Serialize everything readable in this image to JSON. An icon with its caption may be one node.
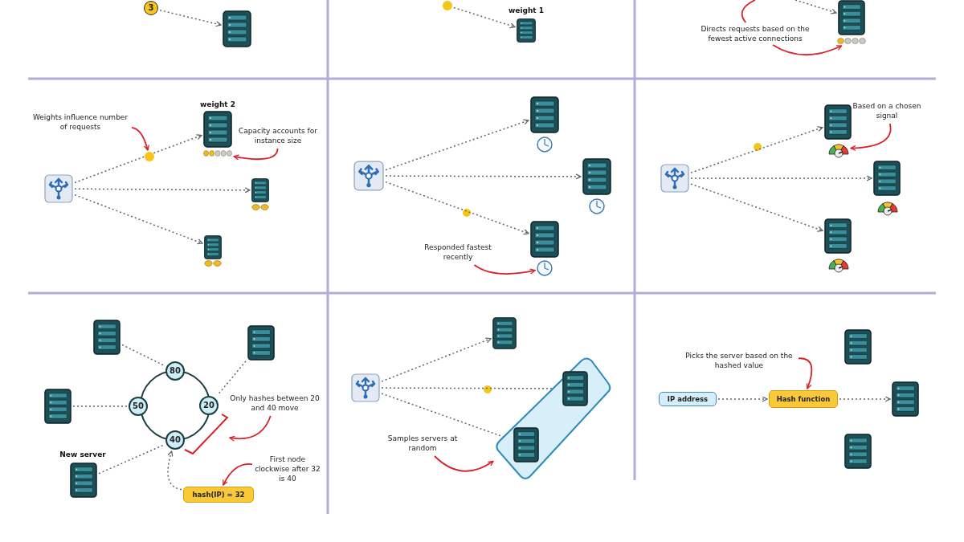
{
  "diagram": {
    "nodes": [
      {
        "text": [
          "3"
        ]
      },
      {
        "text": [],
        "shape": "server"
      },
      {
        "text": [],
        "shape": "circle"
      },
      {
        "text": [],
        "shape": "server",
        "beside": [
          "weight 1"
        ]
      },
      {
        "text": [],
        "shape": "server"
      },
      {
        "text": [
          "Directs requests based on the fewest active connections"
        ]
      },
      {
        "text": [],
        "shape": "dots"
      },
      {
        "text": [],
        "shape": "router"
      },
      {
        "text": [],
        "shape": "circle"
      },
      {
        "text": [],
        "shape": "server",
        "beside": [
          "weight 2"
        ]
      },
      {
        "text": [],
        "shape": "dots"
      },
      {
        "text": [],
        "shape": "server"
      },
      {
        "text": [],
        "shape": "dots"
      },
      {
        "text": [],
        "shape": "server"
      },
      {
        "text": [],
        "shape": "dots"
      },
      {
        "text": [
          "Weights influence number of requests"
        ]
      },
      {
        "text": [
          "Capacity accounts for instance size"
        ]
      },
      {
        "text": [],
        "shape": "router"
      },
      {
        "text": [],
        "shape": "server"
      },
      {
        "text": [],
        "shape": "clock"
      },
      {
        "text": [],
        "shape": "server"
      },
      {
        "text": [],
        "shape": "clock"
      },
      {
        "text": [],
        "shape": "server"
      },
      {
        "text": [],
        "shape": "clock"
      },
      {
        "text": [
          "Responded fastest recently"
        ]
      },
      {
        "text": [],
        "shape": "router"
      },
      {
        "text": [],
        "shape": "server"
      },
      {
        "text": [],
        "shape": "gauge"
      },
      {
        "text": [],
        "shape": "server"
      },
      {
        "text": [],
        "shape": "gauge"
      },
      {
        "text": [],
        "shape": "server"
      },
      {
        "text": [],
        "shape": "gauge"
      },
      {
        "text": [
          "Based on a chosen signal"
        ]
      },
      {
        "text": [],
        "shape": "server"
      },
      {
        "text": [],
        "shape": "server"
      },
      {
        "text": [],
        "shape": "server"
      },
      {
        "text": [],
        "shape": "server",
        "beside": [
          "New server"
        ]
      },
      {
        "text": [
          "80"
        ]
      },
      {
        "text": [
          "50"
        ]
      },
      {
        "text": [
          "20"
        ]
      },
      {
        "text": [
          "40"
        ]
      },
      {
        "text": [
          "hash(IP) = 32"
        ]
      },
      {
        "text": [
          "Only hashes between 20 and 40 move"
        ]
      },
      {
        "text": [
          "First node clockwise after 32 is 40"
        ]
      },
      {
        "text": [],
        "shape": "bracket"
      },
      {
        "text": [],
        "shape": "router"
      },
      {
        "text": [],
        "shape": "server"
      },
      {
        "text": [],
        "shape": "box"
      },
      {
        "text": [],
        "shape": "server",
        "in": 47
      },
      {
        "text": [],
        "shape": "server",
        "in": 47
      },
      {
        "text": [
          "Samples servers at random"
        ]
      },
      {
        "text": [
          "Picks the server based on the hashed value"
        ]
      },
      {
        "text": [],
        "shape": "server"
      },
      {
        "text": [
          "IP address"
        ]
      },
      {
        "text": [
          "Hash function"
        ]
      },
      {
        "text": [],
        "shape": "server"
      },
      {
        "text": [],
        "shape": "server"
      },
      {
        "text": [],
        "shape": "ring"
      }
    ],
    "edges": [
      {
        "from": 0,
        "to": 1,
        "arrow": "to",
        "style": "dashed"
      },
      {
        "from": 2,
        "to": 3,
        "arrow": "to",
        "style": "dashed"
      },
      {
        "from": null,
        "to": 4,
        "arrow": "to",
        "style": "dashed"
      },
      {
        "from": 5,
        "to": 6,
        "arrow": "to",
        "color": "#d9202a"
      },
      {
        "from": 5,
        "to": null,
        "arrow": "none",
        "color": "#d9202a"
      },
      {
        "from": 7,
        "to": 9,
        "arrow": "to",
        "style": "dashed"
      },
      {
        "from": 7,
        "to": 11,
        "arrow": "to",
        "style": "dashed"
      },
      {
        "from": 7,
        "to": 13,
        "arrow": "to",
        "style": "dashed"
      },
      {
        "from": 15,
        "to": 8,
        "arrow": "to",
        "color": "#d9202a"
      },
      {
        "from": 16,
        "to": 10,
        "arrow": "to",
        "color": "#d9202a"
      },
      {
        "from": 17,
        "to": 18,
        "arrow": "to",
        "style": "dashed"
      },
      {
        "from": 17,
        "to": 20,
        "arrow": "to",
        "style": "dashed"
      },
      {
        "from": 17,
        "to": 22,
        "arrow": "to",
        "style": "dashed"
      },
      {
        "from": 24,
        "to": 23,
        "arrow": "to",
        "color": "#d9202a"
      },
      {
        "from": 25,
        "to": 26,
        "arrow": "to",
        "style": "dashed"
      },
      {
        "from": 25,
        "to": 28,
        "arrow": "to",
        "style": "dashed"
      },
      {
        "from": 25,
        "to": 30,
        "arrow": "to",
        "style": "dashed"
      },
      {
        "from": 32,
        "to": 27,
        "arrow": "to",
        "color": "#d9202a"
      },
      {
        "from": 33,
        "to": 37,
        "arrow": "none",
        "style": "dashed"
      },
      {
        "from": 34,
        "to": 39,
        "arrow": "none",
        "style": "dashed"
      },
      {
        "from": 35,
        "to": 38,
        "arrow": "none",
        "style": "dashed"
      },
      {
        "from": 36,
        "to": 40,
        "arrow": "none",
        "style": "dashed"
      },
      {
        "from": 41,
        "to": 40,
        "arrow": "to",
        "style": "dashed"
      },
      {
        "from": 42,
        "to": 44,
        "arrow": "to",
        "color": "#d9202a"
      },
      {
        "from": 43,
        "to": 41,
        "arrow": "to",
        "color": "#d9202a"
      },
      {
        "from": 45,
        "to": 46,
        "arrow": "to",
        "style": "dashed"
      },
      {
        "from": 45,
        "to": 48,
        "arrow": "to",
        "style": "dashed"
      },
      {
        "from": 45,
        "to": 49,
        "arrow": "to",
        "style": "dashed"
      },
      {
        "from": 50,
        "to": 47,
        "arrow": "to",
        "color": "#d9202a"
      },
      {
        "from": 53,
        "to": 54,
        "arrow": "to",
        "style": "dashed"
      },
      {
        "from": 54,
        "to": 55,
        "arrow": "to",
        "style": "dashed"
      },
      {
        "from": 51,
        "to": 54,
        "arrow": "to",
        "color": "#d9202a"
      }
    ]
  }
}
